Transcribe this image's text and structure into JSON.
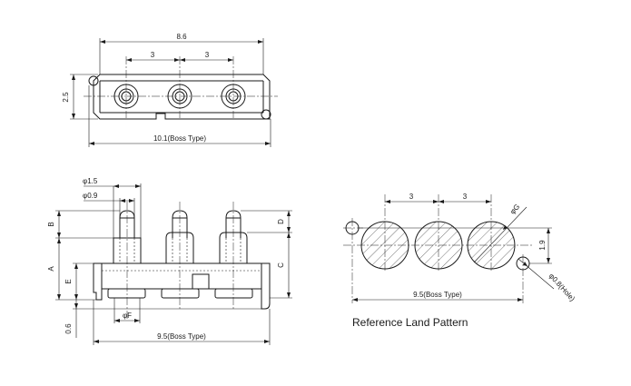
{
  "top_view": {
    "dim_overall_width": "8.6",
    "dim_pitch_left": "3",
    "dim_pitch_right": "3",
    "dim_height": "2.5",
    "dim_boss_width": "10.1(Boss Type)"
  },
  "side_view": {
    "dim_pin_dia_outer": "φ1.5",
    "dim_pin_dia_inner": "φ0.9",
    "dim_b": "B",
    "dim_a": "A",
    "dim_e": "E",
    "dim_d": "D",
    "dim_c": "C",
    "dim_f": "φF",
    "dim_bottom": "0.6",
    "dim_boss_width": "9.5(Boss Type)"
  },
  "land_pattern": {
    "dim_pitch_left": "3",
    "dim_pitch_right": "3",
    "dim_g": "φG",
    "dim_height": "1.9",
    "dim_hole": "φ0.8(Hole)",
    "dim_boss_width": "9.5(Boss Type)",
    "caption": "Reference Land Pattern"
  }
}
